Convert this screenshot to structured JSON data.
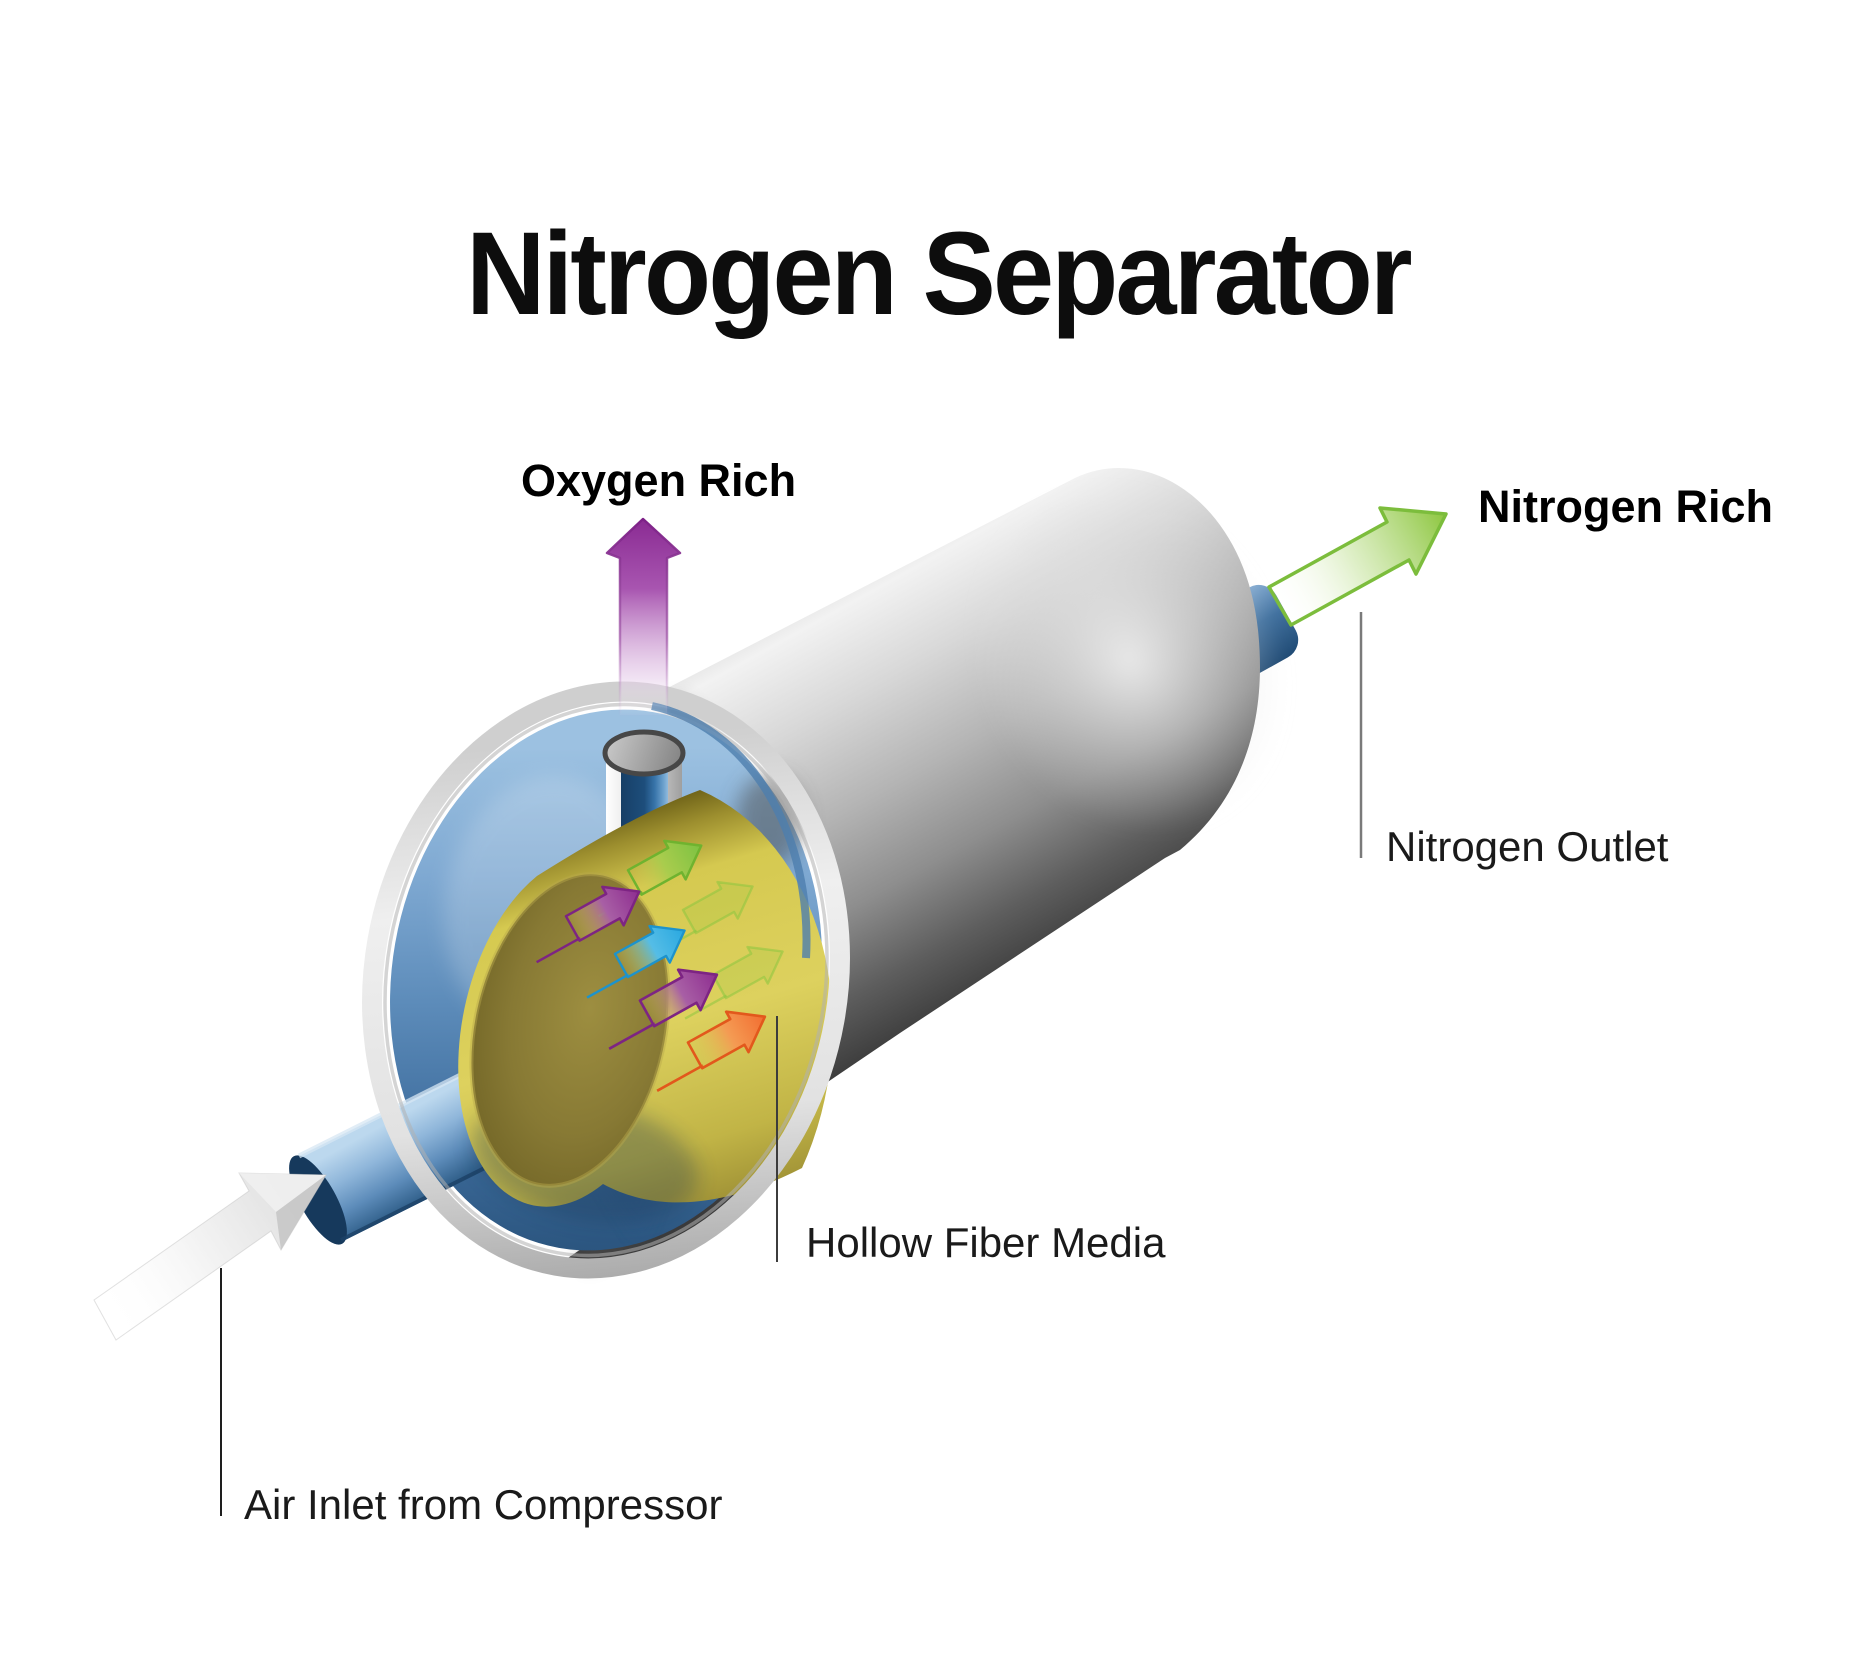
{
  "title": "Nitrogen Separator",
  "labels": {
    "oxygen_rich": {
      "text": "Oxygen Rich"
    },
    "nitrogen_rich": {
      "text": "Nitrogen Rich"
    },
    "nitrogen_outlet": {
      "text": "Nitrogen Outlet",
      "leader_color": "#7a7a7a"
    },
    "hollow_fiber_media": {
      "text": "Hollow Fiber Media",
      "leader_color": "#3c3c3c"
    },
    "air_inlet": {
      "text": "Air Inlet from Compressor",
      "leader_color": "#1e1e1e"
    }
  },
  "icons": {
    "oxygen_flow": "up-arrow-icon",
    "nitrogen_flow": "diagonal-arrow-icon",
    "air_flow": "inlet-arrow-icon",
    "fiber_flow": "mini-flow-arrow-icon"
  },
  "colors": {
    "oxygen_arrow_purple": "#8e2f97",
    "nitrogen_arrow_green": "#8dc63f",
    "fiber_arrow_cyan": "#29a8e0",
    "fiber_arrow_orange": "#f26d31",
    "vessel_shell_gray": "#b5b5b5",
    "vessel_interior_blue": "#5d8cba",
    "fiber_media_yellow": "#d9cd55",
    "inlet_pipe_white": "#ededed",
    "background": "#ffffff"
  }
}
